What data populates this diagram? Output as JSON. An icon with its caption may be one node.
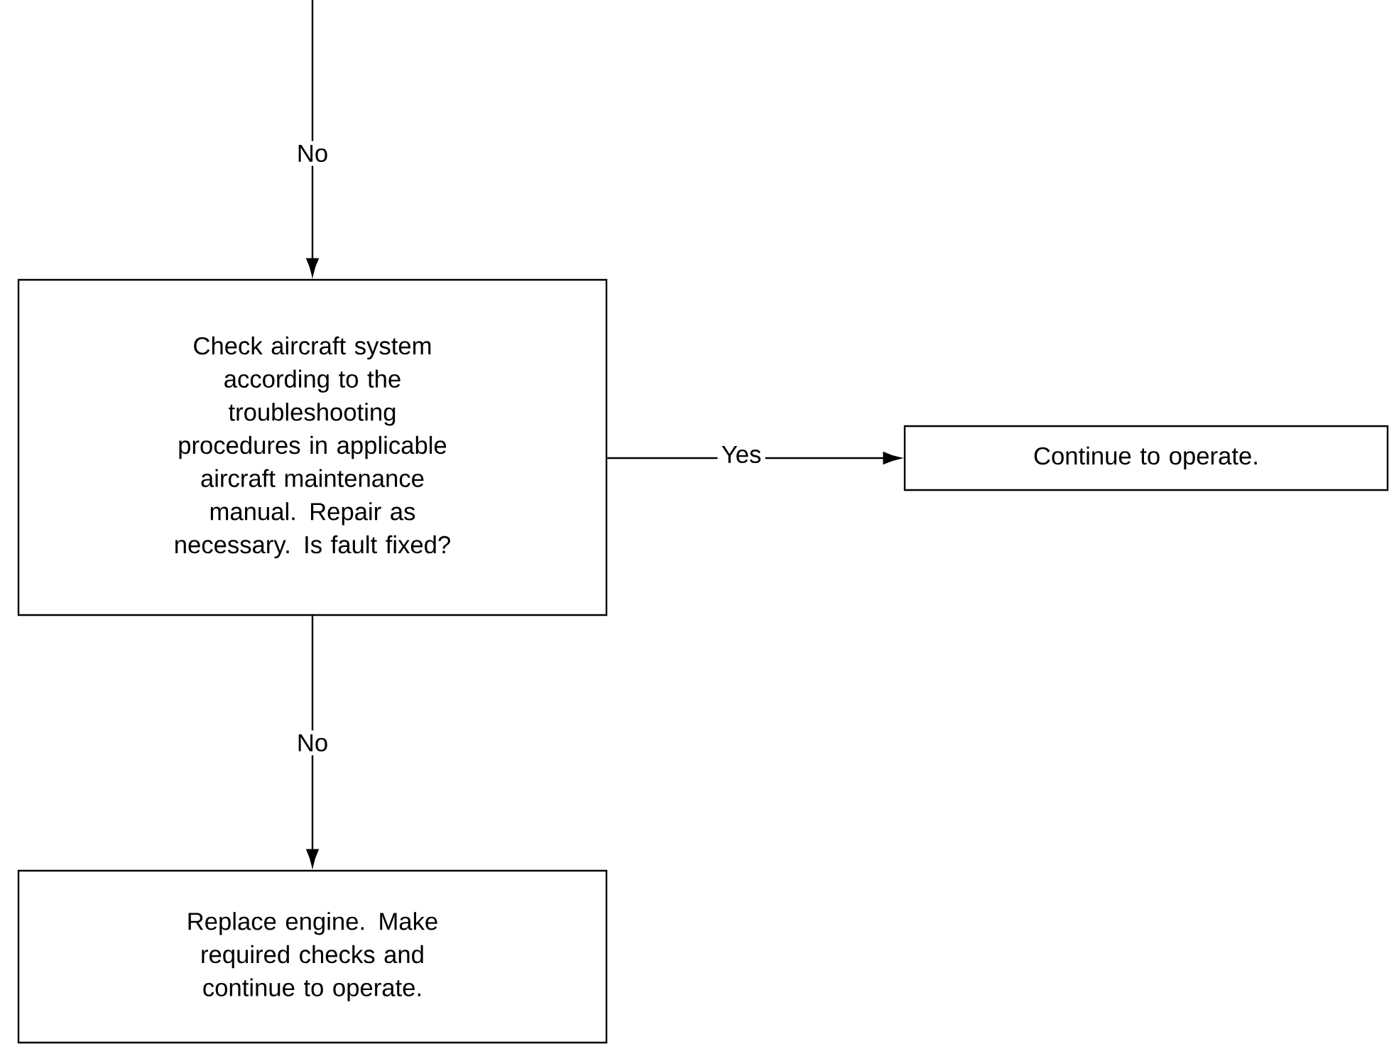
{
  "diagram": {
    "nodes": [
      {
        "text": [
          "Check aircraft system according to the troubleshooting procedures in applicable aircraft maintenance manual. Repair as necessary. Is fault fixed?"
        ]
      },
      {
        "text": [
          "Continue to operate."
        ]
      },
      {
        "text": [
          "Replace engine. Make required checks and continue to operate."
        ]
      }
    ],
    "edges": [
      {
        "from": null,
        "to": 0,
        "arrow": "to",
        "label": "No"
      },
      {
        "from": 0,
        "to": 1,
        "arrow": "to",
        "label": "Yes"
      },
      {
        "from": 0,
        "to": 2,
        "arrow": "to",
        "label": "No"
      }
    ]
  }
}
